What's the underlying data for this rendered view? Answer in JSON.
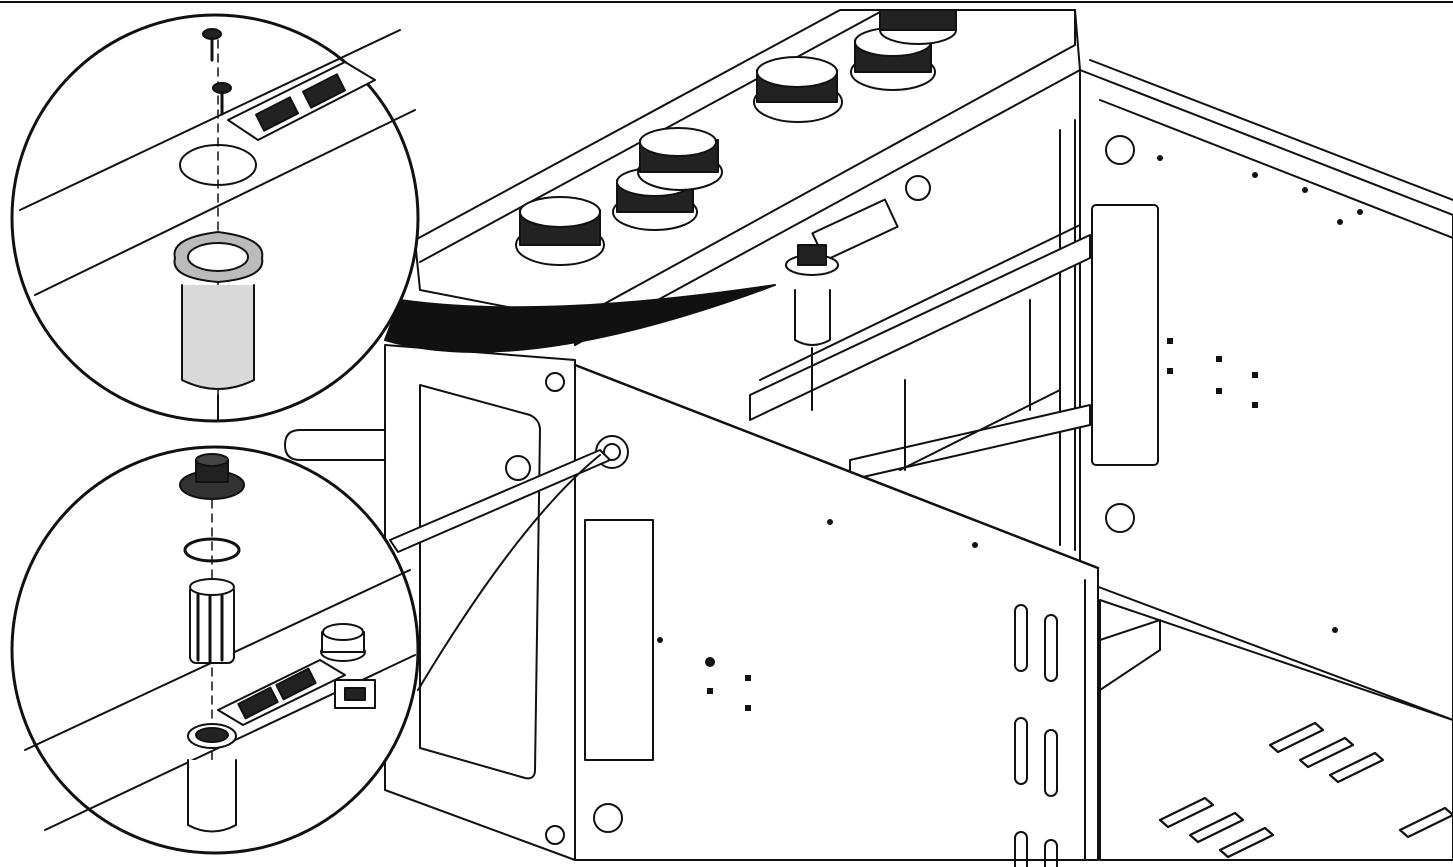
{
  "figure": {
    "type": "exploded assembly illustration",
    "style": "black line art on white",
    "colors": {
      "line": "#111111",
      "background": "#ffffff",
      "shade": "#d9d9d9",
      "dark": "#1a1a1a"
    }
  },
  "callouts": [
    {
      "id": "detail-top",
      "parts": [
        "screw",
        "screw",
        "mounting-plate-hole",
        "sleeve-bushing"
      ]
    },
    {
      "id": "detail-bottom",
      "parts": [
        "push-button-cap",
        "o-ring",
        "ignition-module",
        "control-panel-bracket"
      ]
    }
  ]
}
